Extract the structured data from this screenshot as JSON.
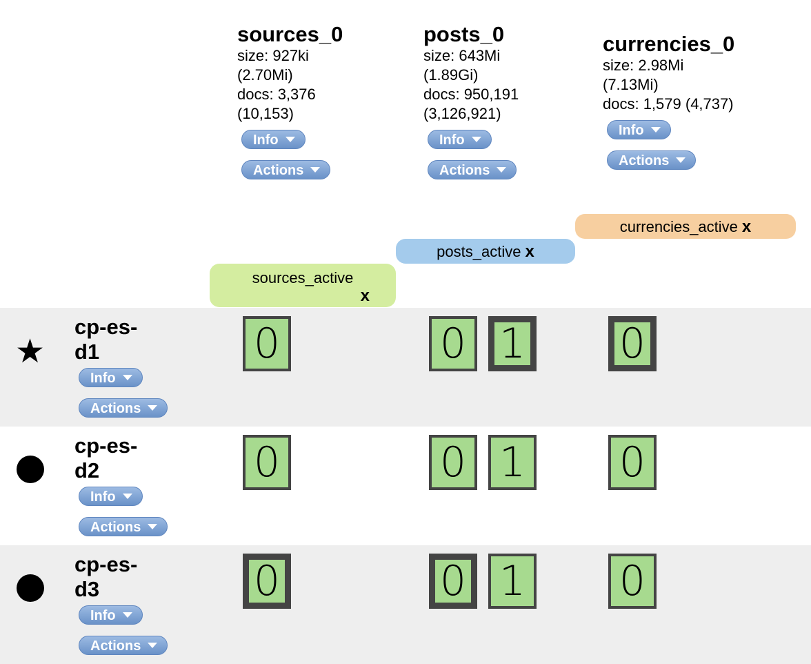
{
  "indices": [
    {
      "name": "sources_0",
      "size": "size: 927ki",
      "size_total": "(2.70Mi)",
      "docs": "docs: 3,376",
      "docs_total": "(10,153)",
      "info_label": "Info",
      "actions_label": "Actions",
      "alias": "sources_active",
      "alias_color": "#d4edA0"
    },
    {
      "name": "posts_0",
      "size": "size: 643Mi",
      "size_total": "(1.89Gi)",
      "docs": "docs: 950,191",
      "docs_total": "(3,126,921)",
      "info_label": "Info",
      "actions_label": "Actions",
      "alias": "posts_active",
      "alias_color": "#a4cbec"
    },
    {
      "name": "currencies_0",
      "size": "size: 2.98Mi",
      "size_total": "(7.13Mi)",
      "docs": "docs: 1,579 (4,737)",
      "docs_total": "",
      "info_label": "Info",
      "actions_label": "Actions",
      "alias": "currencies_active",
      "alias_color": "#f7cfa0"
    }
  ],
  "alias_remove_label": "x",
  "nodes": [
    {
      "name": "cp-es-d1",
      "line1": "cp-es-",
      "line2": "d1",
      "icon": "star-icon",
      "master": true,
      "info_label": "Info",
      "actions_label": "Actions",
      "shards": [
        [
          {
            "n": "0",
            "primary": false
          }
        ],
        [
          {
            "n": "0",
            "primary": false
          },
          {
            "n": "1",
            "primary": true
          }
        ],
        [
          {
            "n": "0",
            "primary": true
          }
        ]
      ]
    },
    {
      "name": "cp-es-d2",
      "line1": "cp-es-",
      "line2": "d2",
      "icon": "circle-icon",
      "master": false,
      "info_label": "Info",
      "actions_label": "Actions",
      "shards": [
        [
          {
            "n": "0",
            "primary": false
          }
        ],
        [
          {
            "n": "0",
            "primary": false
          },
          {
            "n": "1",
            "primary": false
          }
        ],
        [
          {
            "n": "0",
            "primary": false
          }
        ]
      ]
    },
    {
      "name": "cp-es-d3",
      "line1": "cp-es-",
      "line2": "d3",
      "icon": "circle-icon",
      "master": false,
      "info_label": "Info",
      "actions_label": "Actions",
      "shards": [
        [
          {
            "n": "0",
            "primary": true
          }
        ],
        [
          {
            "n": "0",
            "primary": true
          },
          {
            "n": "1",
            "primary": false
          }
        ],
        [
          {
            "n": "0",
            "primary": false
          }
        ]
      ]
    }
  ],
  "colors": {
    "shard_fill": "#a7da8f",
    "shard_border": "#444444",
    "button": "#7a9fd2",
    "row_alt": "#eeeeee"
  }
}
